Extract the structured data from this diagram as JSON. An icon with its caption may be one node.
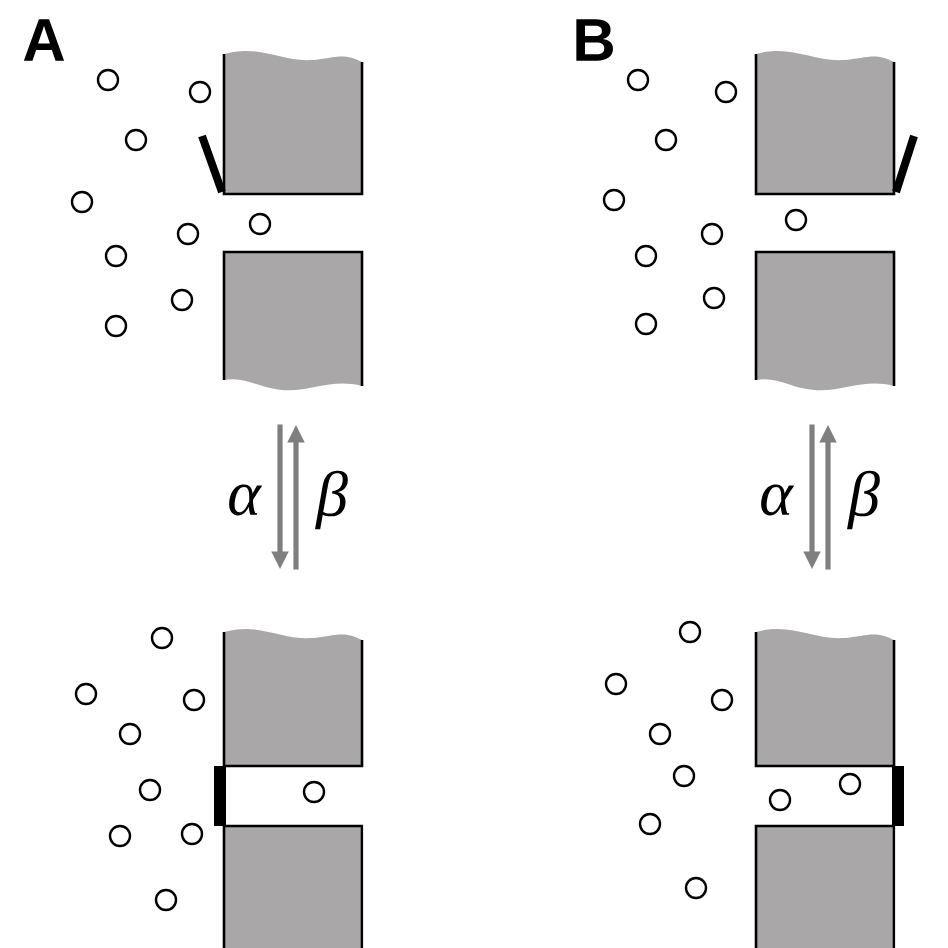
{
  "diagram": {
    "nodes": [
      {
        "text": [],
        "shape": "picture"
      },
      {
        "text": [],
        "shape": "picture"
      },
      {
        "text": [],
        "shape": "picture"
      },
      {
        "text": [],
        "shape": "picture"
      }
    ],
    "edges": [
      {
        "from": 0,
        "to": 2,
        "arrow": "to",
        "label": "α"
      },
      {
        "from": 2,
        "to": 0,
        "arrow": "to",
        "label": "β"
      },
      {
        "from": 1,
        "to": 3,
        "arrow": "to",
        "label": "α"
      },
      {
        "from": 3,
        "to": 1,
        "arrow": "to",
        "label": "β"
      }
    ],
    "labels": [
      "A",
      "B"
    ]
  }
}
